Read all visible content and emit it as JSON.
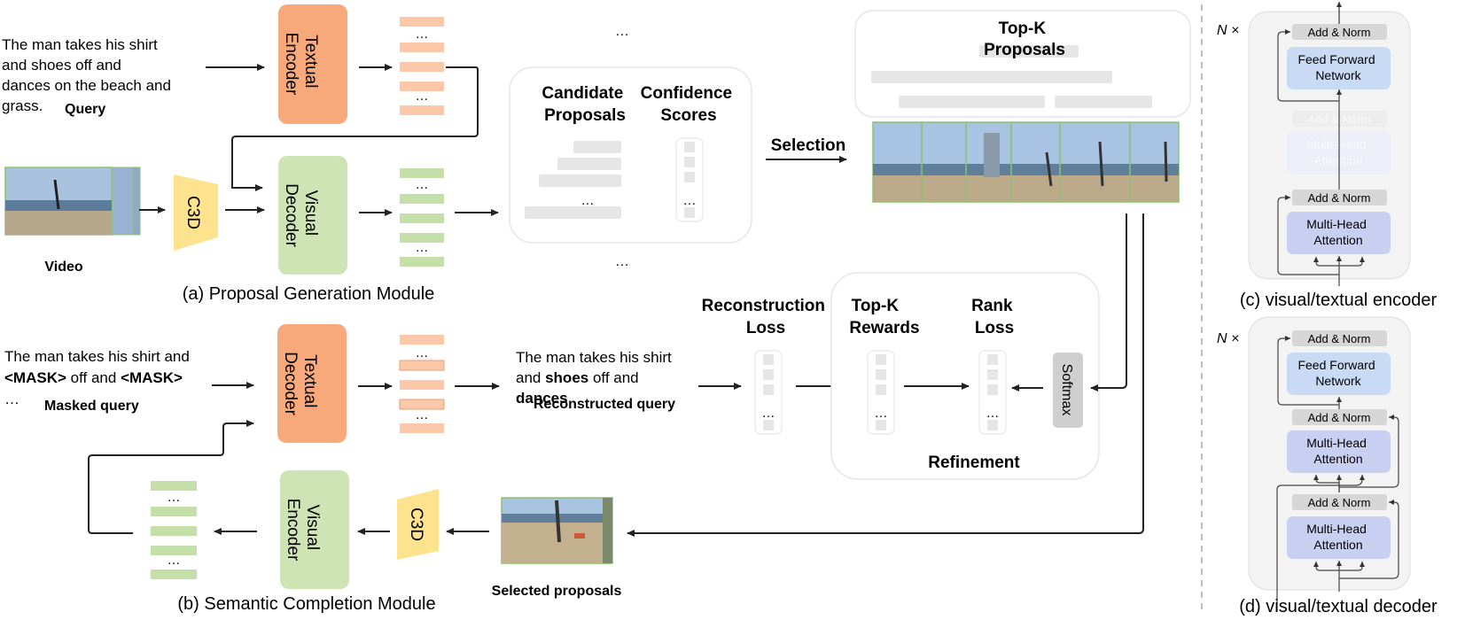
{
  "panel_a": {
    "query_text": [
      "The man takes his shirt",
      "and shoes off and",
      "dances on the beach and",
      "grass."
    ],
    "query_label": "Query",
    "video_label": "Video",
    "c3d_label": "C3D",
    "textual_encoder": [
      "Textual",
      "Encoder"
    ],
    "visual_decoder": [
      "Visual",
      "Decoder"
    ],
    "ellipsis": "…",
    "candidate_proposals": [
      "Candidate",
      "Proposals"
    ],
    "confidence_scores": [
      "Confidence",
      "Scores"
    ],
    "selection": "Selection",
    "top_k_proposals": [
      "Top-K",
      "Proposals"
    ],
    "caption": "(a) Proposal Generation Module"
  },
  "panel_b": {
    "masked_query_parts": [
      "The man takes his shirt and",
      "<MASK>",
      " off and ",
      "<MASK>",
      "…"
    ],
    "masked_query_label": "Masked query",
    "textual_decoder": [
      "Textual",
      "Decoder"
    ],
    "visual_encoder": [
      "Visual",
      "Encoder"
    ],
    "c3d_label": "C3D",
    "reconstructed_parts": [
      "The man takes his shirt",
      "and ",
      "shoes",
      " off and",
      "dances"
    ],
    "reconstructed_label": "Reconstructed query",
    "reconstruction_loss": [
      "Reconstruction",
      "Loss"
    ],
    "top_k_rewards": [
      "Top-K",
      "Rewards"
    ],
    "rank_loss": [
      "Rank",
      "Loss"
    ],
    "softmax": "Softmax",
    "refinement": "Refinement",
    "selected_proposals": "Selected proposals",
    "caption": "(b) Semantic Completion Module"
  },
  "panel_c": {
    "n_label": "N ×",
    "add_norm": "Add & Norm",
    "ffn": [
      "Feed Forward",
      "Network"
    ],
    "mha": [
      "Multi-Head",
      "Attention"
    ],
    "caption": "(c) visual/textual encoder"
  },
  "panel_d": {
    "n_label": "N ×",
    "add_norm": "Add & Norm",
    "ffn": [
      "Feed Forward",
      "Network"
    ],
    "mha": [
      "Multi-Head",
      "Attention"
    ],
    "caption": "(d) visual/textual decoder"
  },
  "colors": {
    "orange": "#f7a97b",
    "orange_light": "#fbc8a9",
    "green": "#cfe4b5",
    "green_light": "#c4dfa7",
    "yellow": "#fde38e",
    "blue": "#c9dbf4",
    "purple": "#c9cff0",
    "gray": "#d6d6d6",
    "softmax": "#cfcfcf"
  }
}
